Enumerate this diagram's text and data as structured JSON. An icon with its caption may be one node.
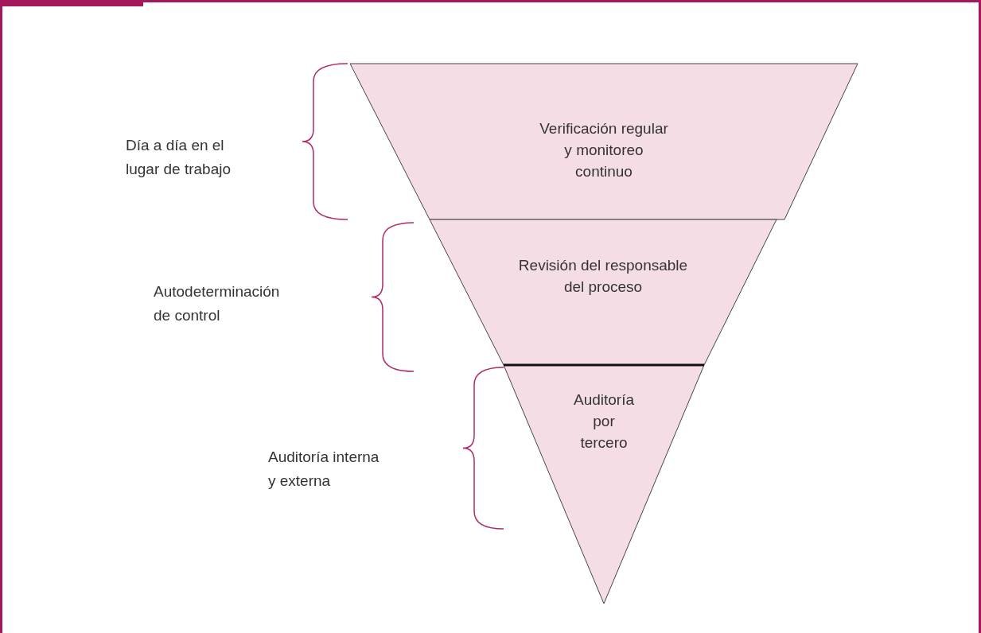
{
  "diagram": {
    "nodes": [
      {
        "text": [
          "Verificación regular y monitoreo continuo"
        ]
      },
      {
        "text": [
          "Revisión del responsable del proceso"
        ]
      },
      {
        "text": [
          "Auditoría por tercero"
        ]
      }
    ],
    "labels": [
      "Día a día en el lugar de trabajo",
      "Autodeterminación de control",
      "Auditoría interna y externa"
    ]
  }
}
